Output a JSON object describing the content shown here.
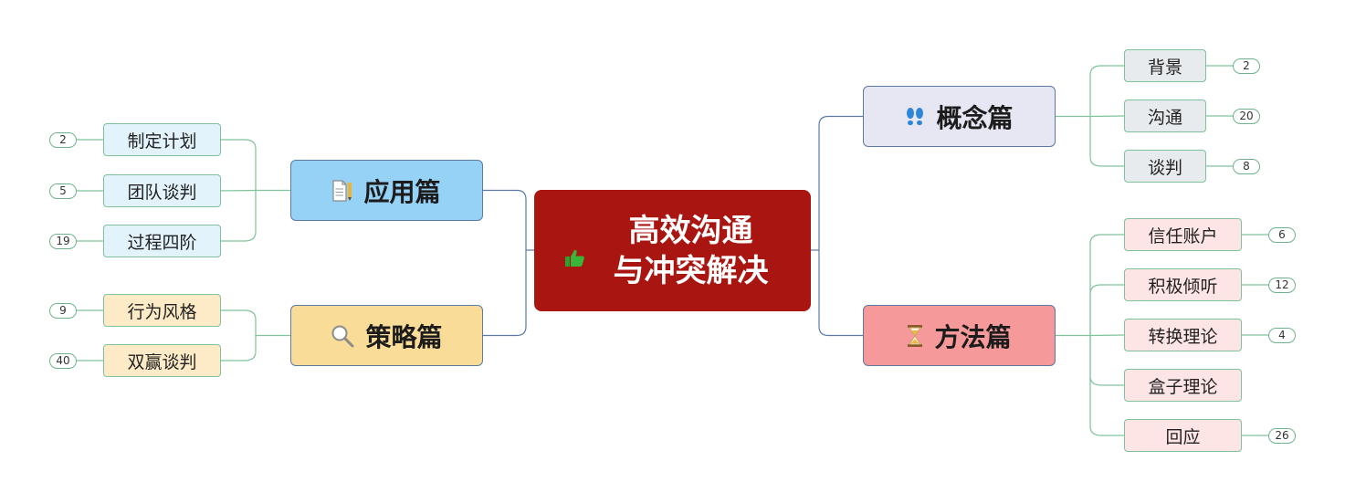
{
  "center": {
    "title": "高效沟通\n与冲突解决",
    "icon": "thumbs-up-icon"
  },
  "branches": [
    {
      "label": "概念篇",
      "icon": "footprints-icon",
      "fill": "#e6e7f2",
      "side": "right",
      "children": [
        {
          "label": "背景",
          "count": "2"
        },
        {
          "label": "沟通",
          "count": "20"
        },
        {
          "label": "谈判",
          "count": "8"
        }
      ],
      "leaf_fill": "#e8ebee"
    },
    {
      "label": "方法篇",
      "icon": "hourglass-icon",
      "fill": "#f6999a",
      "side": "right",
      "children": [
        {
          "label": "信任账户",
          "count": "6"
        },
        {
          "label": "积极倾听",
          "count": "12"
        },
        {
          "label": "转换理论",
          "count": "4"
        },
        {
          "label": "盒子理论",
          "count": ""
        },
        {
          "label": "回应",
          "count": "26"
        }
      ],
      "leaf_fill": "#fde5e5"
    },
    {
      "label": "应用篇",
      "icon": "document-pencil-icon",
      "fill": "#96d2f6",
      "side": "left",
      "children": [
        {
          "label": "制定计划",
          "count": "2"
        },
        {
          "label": "团队谈判",
          "count": "5"
        },
        {
          "label": "过程四阶",
          "count": "19"
        }
      ],
      "leaf_fill": "#e3f3fc"
    },
    {
      "label": "策略篇",
      "icon": "magnifier-icon",
      "fill": "#f8dc98",
      "side": "left",
      "children": [
        {
          "label": "行为风格",
          "count": "9"
        },
        {
          "label": "双赢谈判",
          "count": "40"
        }
      ],
      "leaf_fill": "#fcebc6"
    }
  ],
  "colors": {
    "center": "#a91510",
    "link_main": "#5b7aa6",
    "link_leaf": "#7fc29b"
  }
}
